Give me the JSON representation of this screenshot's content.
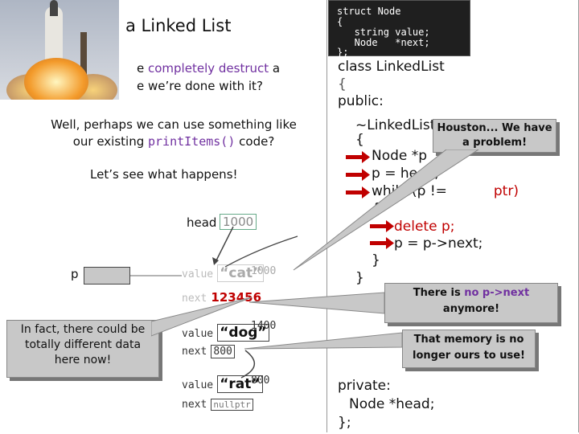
{
  "slide": {
    "title_visible": "a Linked List",
    "question_line1": "e completely destruct a",
    "question_line1_emph": "completely destruct",
    "question_line2": "e we’re done with it?",
    "para1_line1": "Well, perhaps we can use something like",
    "para1_line2_pre": "our existing ",
    "para1_line2_code": "printItems()",
    "para1_line2_post": " code?",
    "lets_see": "Let’s see what happens!",
    "head_label": "head",
    "head_value": "1000",
    "p_label": "p",
    "fact_callout": "In fact, there could be totally different data here now!"
  },
  "nodes": [
    {
      "value_label": "value",
      "value": "“cat”",
      "addr": "1000",
      "next_label": "next",
      "next": "123456"
    },
    {
      "value_label": "value",
      "value": "“dog”",
      "addr": "1400",
      "next_label": "next",
      "next": "800"
    },
    {
      "value_label": "value",
      "value": "“rat”",
      "addr": "800",
      "next_label": "next",
      "next": "nullptr"
    }
  ],
  "struct_code": {
    "line1": "struct Node",
    "line2": "{",
    "line3": "   string value;",
    "line4": "   Node   *next;",
    "line5": "};"
  },
  "class_code": {
    "line1": "class LinkedList",
    "line2": "{",
    "line3": "public:",
    "line4": "~LinkedList",
    "line5": "{",
    "line6": "Node *p",
    "line7": "p = head;",
    "line8_pre": "while (p !=",
    "line8_post": "ptr)",
    "line9": "{",
    "line10": "delete p;",
    "line11": "p = p->next;",
    "line12": "}",
    "line13": "}",
    "line14": "private:",
    "line15": "Node *head;",
    "line16": "};"
  },
  "callouts": {
    "houston": "Houston... We have a problem!",
    "no_next_pre": "There is ",
    "no_next_emph": "no p->next",
    "no_next_post": " anymore!",
    "memory": "That memory is no longer ours to use!"
  },
  "colors": {
    "accent": "#7030a0",
    "red": "#c00000",
    "callout_bg": "#c8c8c8",
    "code_box": "#1f1f1f",
    "new_value": "#c00000"
  }
}
